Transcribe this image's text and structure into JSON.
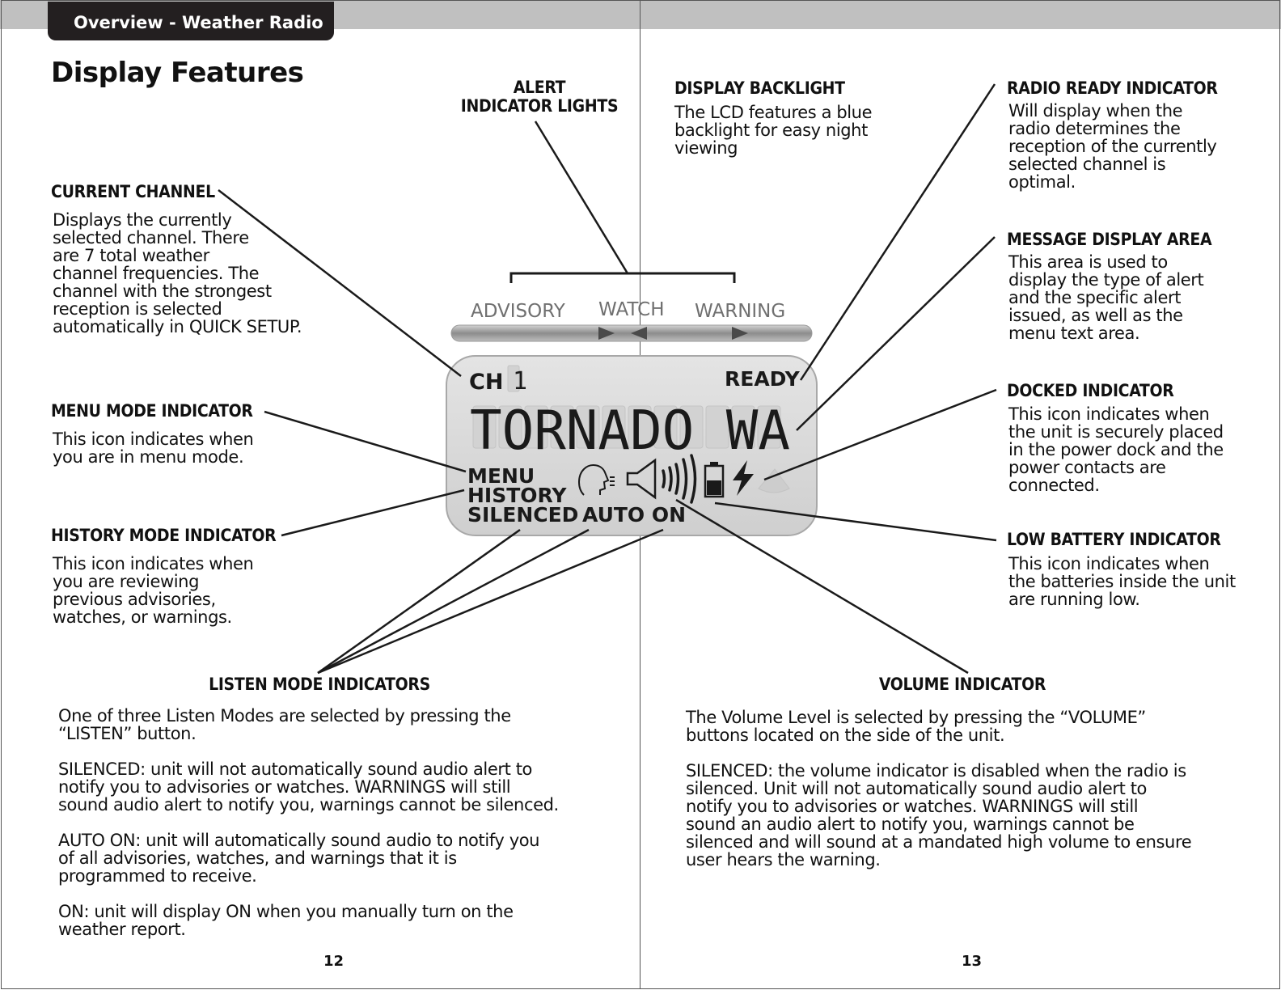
{
  "header": {
    "section_tab": "Overview - Weather Radio",
    "page_title": "Display Features"
  },
  "lcd": {
    "channel_label": "CH",
    "channel_value": "1",
    "ready": "READY",
    "message": "TORNADO WA",
    "menu": "MENU",
    "history": "HISTORY",
    "silenced": "SILENCED",
    "auto_on": "AUTO ON"
  },
  "alert_lights": {
    "advisory": "ADVISORY",
    "watch": "WATCH",
    "warning": "WARNING"
  },
  "left_page": {
    "alert_indicator_lights": {
      "title": "ALERT\nINDICATOR LIGHTS"
    },
    "current_channel": {
      "title": "CURRENT CHANNEL",
      "body": "Displays the currently\nselected channel. There\nare 7 total weather\nchannel frequencies. The\nchannel with the strongest\nreception is selected\nautomatically in QUICK SETUP."
    },
    "menu_mode": {
      "title": "MENU MODE INDICATOR",
      "body": "This icon indicates when\nyou are in menu mode."
    },
    "history_mode": {
      "title": "HISTORY MODE INDICATOR",
      "body": "This icon indicates when\nyou are reviewing\nprevious advisories,\nwatches, or warnings."
    },
    "listen_mode": {
      "title": "LISTEN MODE INDICATORS",
      "p1": "One of three Listen Modes are selected by pressing the\n“LISTEN” button.",
      "p2": "SILENCED: unit will not automatically sound audio alert to\nnotify you to advisories or watches. WARNINGS will still\nsound audio alert to notify you, warnings cannot be silenced.",
      "p3": "AUTO ON: unit will automatically sound audio to notify you\nof all advisories, watches, and warnings that it is\nprogrammed to receive.",
      "p4": "ON: unit will display ON when you manually turn on the\nweather report."
    },
    "page_number": "12"
  },
  "right_page": {
    "display_backlight": {
      "title": "DISPLAY BACKLIGHT",
      "body": "The LCD features a blue\nbacklight for easy night\nviewing"
    },
    "radio_ready": {
      "title": "RADIO READY INDICATOR",
      "body": "Will display when the\nradio determines the\nreception of the currently\nselected channel is\noptimal."
    },
    "message_display": {
      "title": "MESSAGE DISPLAY AREA",
      "body": "This area is used to\ndisplay the type of alert\nand the specific alert\nissued, as well as the\nmenu text area."
    },
    "docked": {
      "title": "DOCKED INDICATOR",
      "body": "This icon indicates when\nthe unit is securely placed\nin the power dock and the\npower contacts are\nconnected."
    },
    "low_battery": {
      "title": "LOW BATTERY INDICATOR",
      "body": "This icon indicates when\nthe batteries inside the unit\nare running low."
    },
    "volume": {
      "title": "VOLUME INDICATOR",
      "p1": "The Volume Level is selected by pressing the “VOLUME”\nbuttons located on the side of the unit.",
      "p2": "SILENCED: the volume indicator is disabled when the radio is\nsilenced. Unit will not automatically sound audio alert to\nnotify you to advisories or watches. WARNINGS will still\nsound an audio alert to notify you, warnings cannot be\nsilenced and will sound at a mandated high volume to ensure\nuser hears the warning."
    },
    "page_number": "13"
  },
  "icons": [
    "speaking-head-icon",
    "speaker-icon",
    "sound-waves-icon",
    "battery-icon",
    "lightning-bolt-icon",
    "dock-icon"
  ]
}
